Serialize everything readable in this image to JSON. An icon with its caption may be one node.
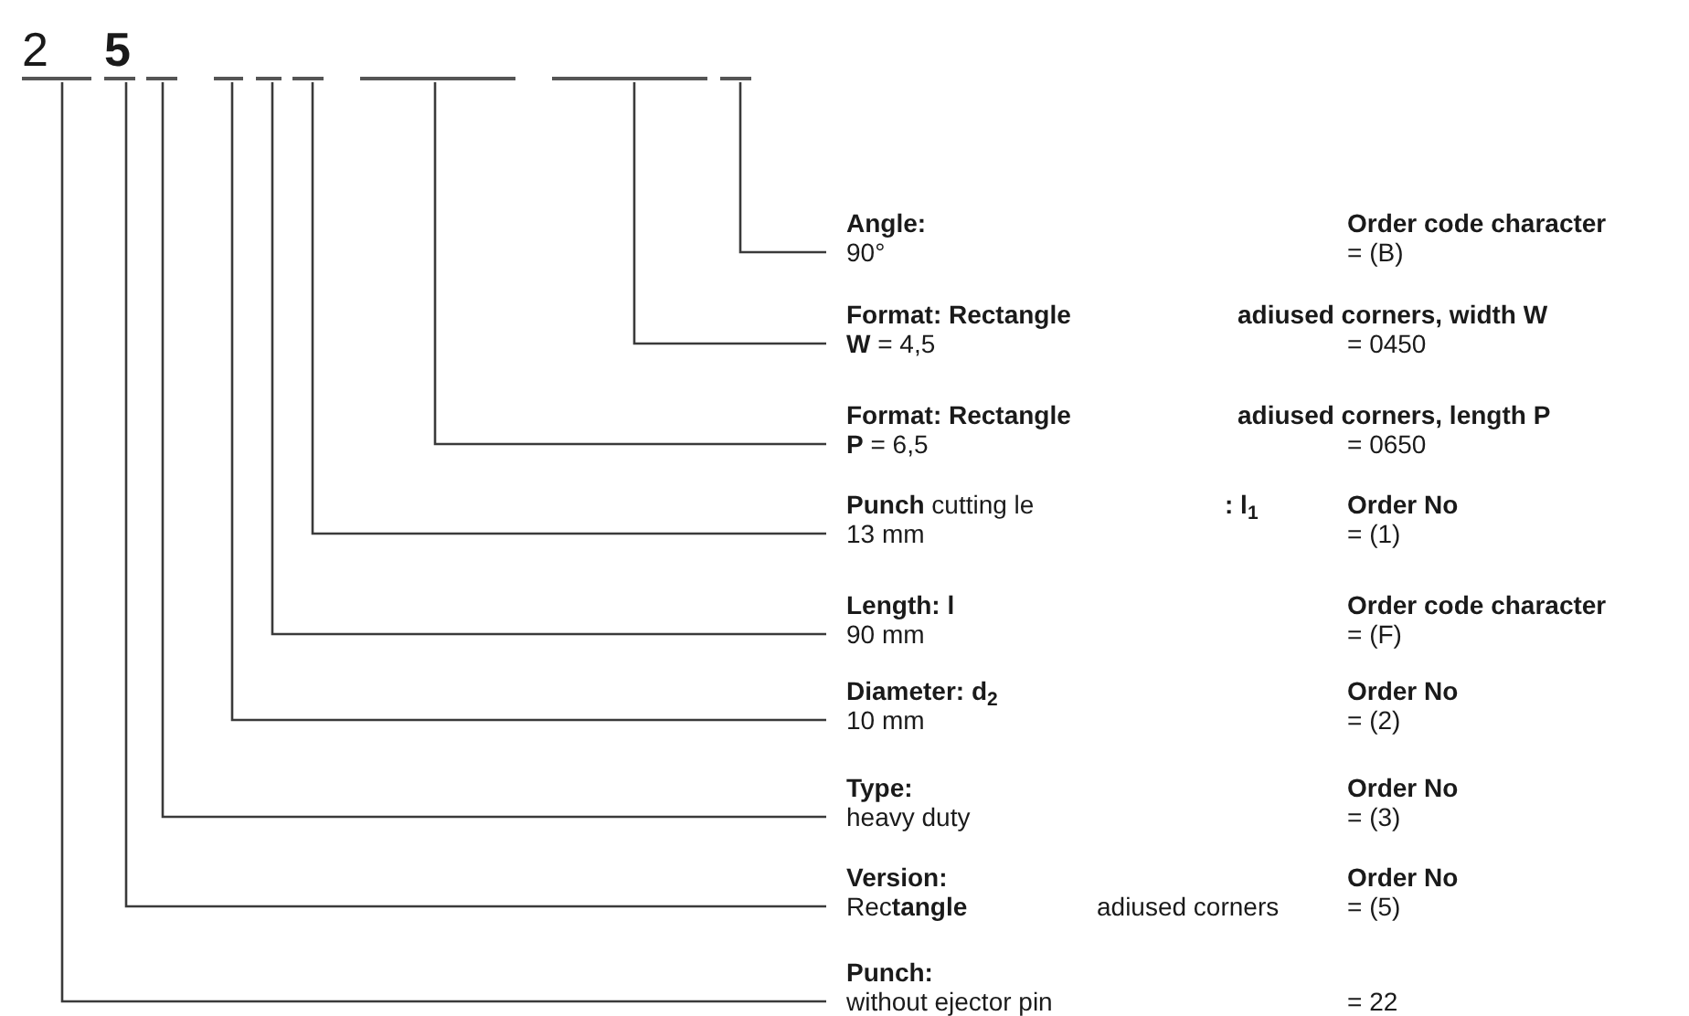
{
  "diagram": {
    "nodes": [
      {
        "text": [
          "2"
        ]
      },
      {
        "text": [
          "5"
        ]
      },
      {
        "text": [],
        "shape": "bar"
      },
      {
        "text": [],
        "shape": "bar"
      },
      {
        "text": [],
        "shape": "bar"
      },
      {
        "text": [],
        "shape": "bar"
      },
      {
        "text": [],
        "shape": "bar"
      },
      {
        "text": [],
        "shape": "bar"
      },
      {
        "text": [],
        "shape": "bar"
      },
      {
        "text": [
          "Angle:",
          "Order code character",
          "90°",
          "= (B)"
        ]
      },
      {
        "text": [
          "Format: Rectangle",
          "adiused corners, width W",
          "**W** = 4,5",
          "= 0450"
        ]
      },
      {
        "text": [
          "Format: Rectangle",
          "adiused corners, length P",
          "**P** = 6,5",
          "= 0650"
        ]
      },
      {
        "text": [
          "**Punch** cutting le",
          ": l$_{1}$",
          "Order No",
          "13 mm",
          "= (1)"
        ]
      },
      {
        "text": [
          "Length: l",
          "Order code character",
          "90 mm",
          "= (F)"
        ]
      },
      {
        "text": [
          "Diameter: d$_{2}$",
          "Order No",
          "10 mm",
          "= (2)"
        ]
      },
      {
        "text": [
          "Type:",
          "Order No",
          "heavy duty",
          "= (3)"
        ]
      },
      {
        "text": [
          "Version:",
          "Order No",
          "Rec**tangle**",
          "adiused corners",
          "= (5)"
        ]
      },
      {
        "text": [
          "Punch:",
          "without ejector pin",
          "= 22"
        ]
      }
    ],
    "edges": [
      {
        "from": 8,
        "to": 9,
        "arrow": "none"
      },
      {
        "from": 7,
        "to": 10,
        "arrow": "none"
      },
      {
        "from": 6,
        "to": 11,
        "arrow": "none"
      },
      {
        "from": 5,
        "to": 12,
        "arrow": "none"
      },
      {
        "from": 4,
        "to": 13,
        "arrow": "none"
      },
      {
        "from": 3,
        "to": 14,
        "arrow": "none"
      },
      {
        "from": 2,
        "to": 15,
        "arrow": "none"
      },
      {
        "from": 1,
        "to": 16,
        "arrow": "none"
      },
      {
        "from": 0,
        "to": 17,
        "arrow": "none"
      }
    ]
  }
}
